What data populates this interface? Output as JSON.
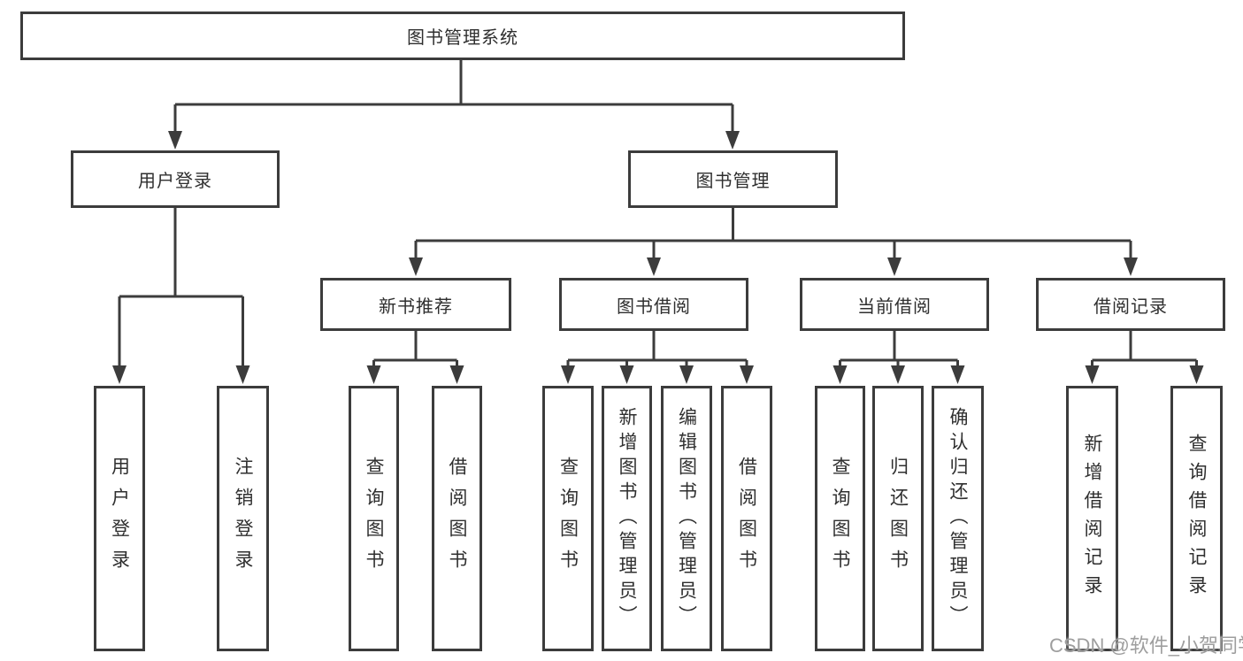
{
  "diagram": {
    "title": "图书管理系统",
    "level2": [
      "用户登录",
      "图书管理"
    ],
    "level3": [
      "新书推荐",
      "图书借阅",
      "当前借阅",
      "借阅记录"
    ],
    "leaves": {
      "user_login": [
        "用户登录",
        "注销登录"
      ],
      "new_book_rec": [
        "查询图书",
        "借阅图书"
      ],
      "book_borrow": [
        "查询图书",
        "新增图书（管理员）",
        "编辑图书（管理员）",
        "借阅图书"
      ],
      "current_borrow": [
        "查询图书",
        "归还图书",
        "确认归还（管理员）"
      ],
      "borrow_record": [
        "新增借阅记录",
        "查询借阅记录"
      ]
    }
  },
  "watermark": "CSDN @软件_小贺同学",
  "colors": {
    "line": "#3c3c3c",
    "text": "#2f2f2f",
    "box_background": "#ffffff",
    "watermark": "#9e9e9e"
  }
}
